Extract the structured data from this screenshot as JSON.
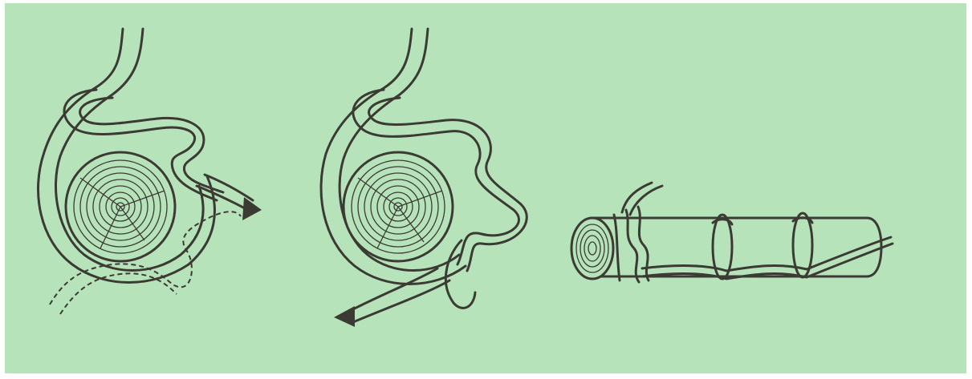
{
  "figure": {
    "background_color": "#b7e3bb",
    "line_color": "#3b3b33",
    "panels": [
      {
        "id": "step-1",
        "depicts": "timber-hitch-tying-around-log-end"
      },
      {
        "id": "step-2",
        "depicts": "timber-hitch-tightened-around-log-end"
      },
      {
        "id": "step-3",
        "depicts": "log-with-timber-hitch-and-half-hitches"
      }
    ]
  }
}
